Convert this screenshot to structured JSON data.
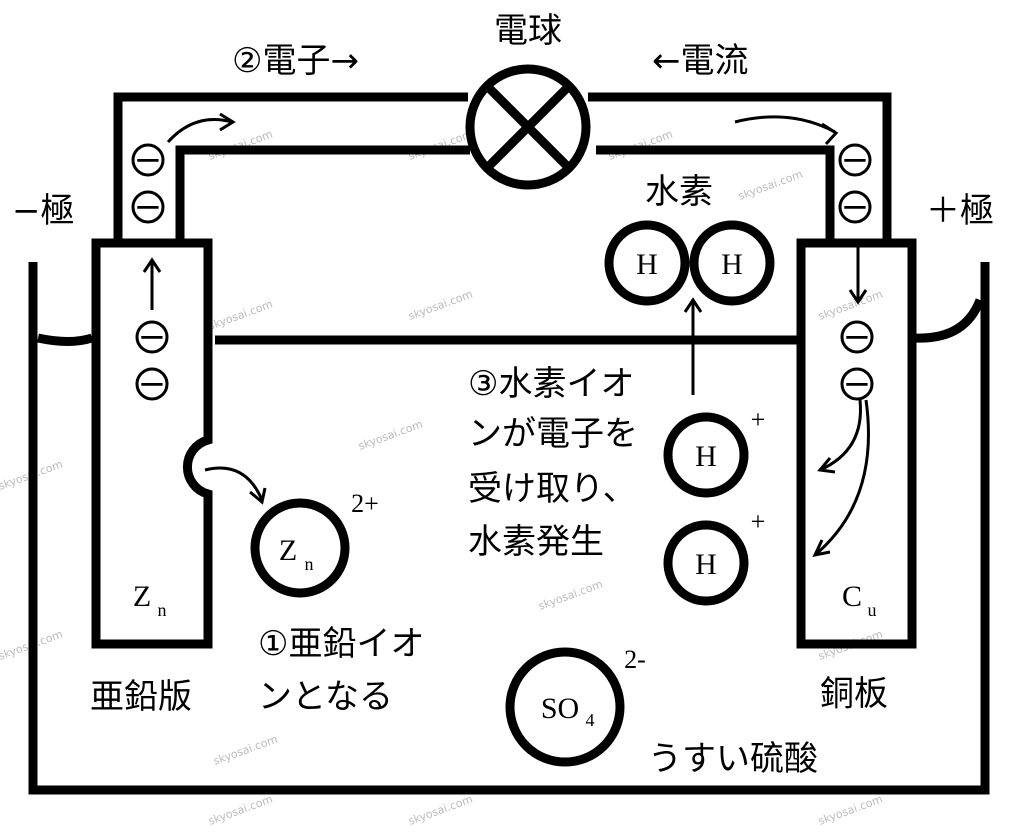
{
  "labels": {
    "bulb": "電球",
    "electron_flow": "②電子→",
    "current_flow": "←電流",
    "negative_pole": "−極",
    "positive_pole": "＋極",
    "hydrogen": "水素",
    "step3_line1": "③水素イオ",
    "step3_line2": "ンが電子を",
    "step3_line3": "受け取り、",
    "step3_line4": "水素発生",
    "step1_line1": "①亜鉛イオ",
    "step1_line2": "ンとなる",
    "zinc_plate": "亜鉛版",
    "copper_plate": "銅板",
    "dilute_sulfuric_acid": "うすい硫酸"
  },
  "atoms": {
    "h": "H",
    "zn_main": "Z",
    "zn_sub": "n",
    "cu_main": "C",
    "cu_sub": "u",
    "so4_main": "SO",
    "so4_sub": "4",
    "zn_charge": "2+",
    "h_charge": "+",
    "so4_charge": "2-",
    "electron": "−"
  },
  "watermark": "skyosai.com"
}
